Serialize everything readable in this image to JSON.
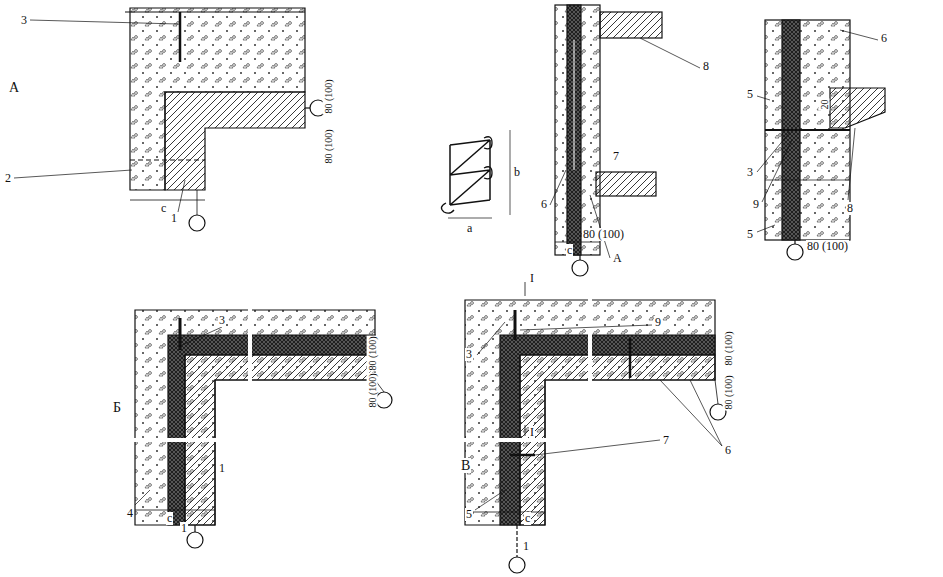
{
  "diagram": {
    "labels": [
      "3",
      "А",
      "2",
      "c",
      "1",
      "80 (100)",
      "80 (100)",
      "a",
      "b",
      "6",
      "7",
      "8",
      "А",
      "c",
      "80 (100)",
      "5",
      "6",
      "3",
      "20",
      "9",
      "8",
      "5",
      "80 (100)",
      "3",
      "Б",
      "80 (100)",
      "80 (100)",
      "1",
      "4",
      "c",
      "1",
      "I",
      "9",
      "3",
      "80 (100)",
      "80 (100)",
      "7",
      "6",
      "В",
      "5",
      "c",
      "1",
      "I"
    ]
  }
}
